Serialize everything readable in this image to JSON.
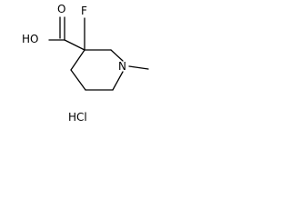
{
  "structure": {
    "atoms": {
      "fluorine": "F",
      "nitrogen": "N",
      "hydroxyl": "HO",
      "carbonyl_oxygen": "O"
    },
    "salt": "HCl",
    "bond_color": "#000000"
  }
}
